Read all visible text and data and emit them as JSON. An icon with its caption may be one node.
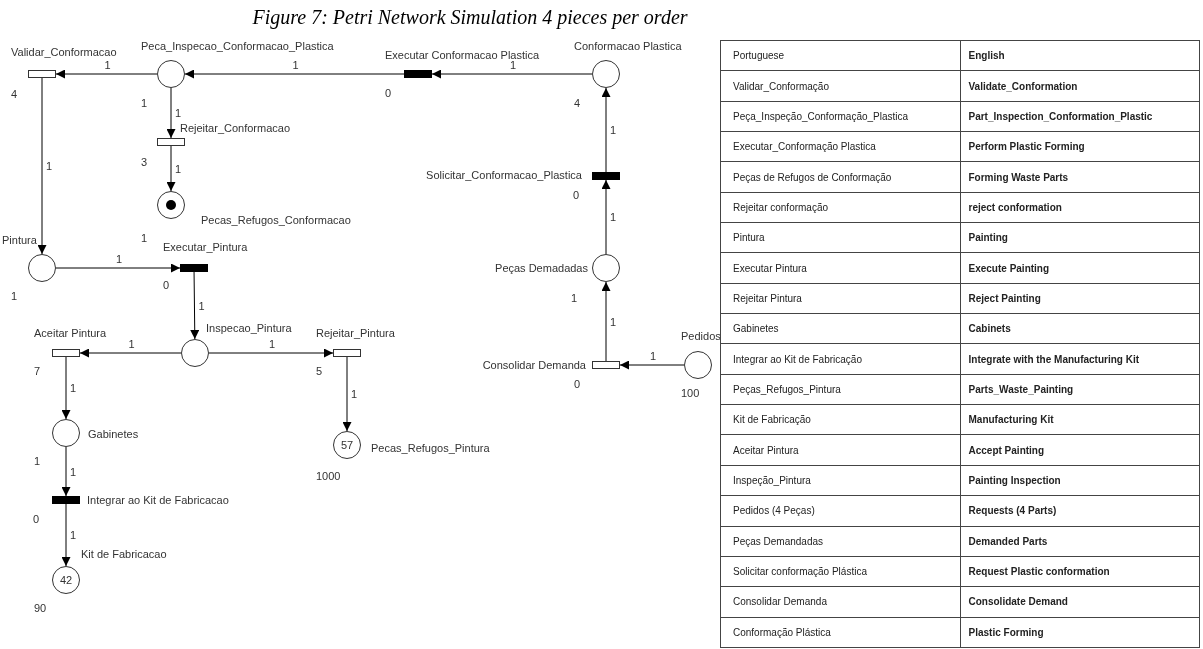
{
  "diagram": {
    "title": "Figure 7: Petri Network Simulation 4 pieces per order",
    "nodes": [
      {
        "text": [
          "Validar_Conformacao"
        ],
        "beside": [
          "4"
        ]
      },
      {
        "text": [
          "Peca_Inspecao_Conformacao_Plastica"
        ],
        "beside": [
          "1"
        ]
      },
      {
        "text": [
          "Executar Conformacao Plastica"
        ],
        "beside": [
          "0"
        ]
      },
      {
        "text": [
          "Conformacao Plastica"
        ],
        "beside": [
          "4"
        ]
      },
      {
        "text": [
          "Rejeitar_Conformacao"
        ],
        "beside": [
          "3"
        ]
      },
      {
        "text": [
          "Solicitar_Conformacao_Plastica"
        ],
        "beside": [
          "0"
        ]
      },
      {
        "text": [
          "Pecas_Refugos_Conformacao"
        ],
        "beside": [
          "1"
        ]
      },
      {
        "text": [
          "Pintura"
        ],
        "beside": [
          "1"
        ]
      },
      {
        "text": [
          "Executar_Pintura"
        ],
        "beside": [
          "0"
        ]
      },
      {
        "text": [
          "Peças Demadadas"
        ],
        "beside": [
          "1"
        ]
      },
      {
        "text": [
          "Inspecao_Pintura"
        ]
      },
      {
        "text": [
          "Aceitar Pintura"
        ],
        "beside": [
          "7"
        ]
      },
      {
        "text": [
          "Rejeitar_Pintura"
        ],
        "beside": [
          "5"
        ]
      },
      {
        "text": [
          "Consolidar Demanda"
        ],
        "beside": [
          "0"
        ]
      },
      {
        "text": [
          "Pedidos"
        ],
        "beside": [
          "100"
        ]
      },
      {
        "text": [
          "Gabinetes"
        ],
        "beside": [
          "1"
        ]
      },
      {
        "text": [
          "57",
          "Pecas_Refugos_Pintura"
        ],
        "beside": [
          "1000"
        ]
      },
      {
        "text": [
          "Integrar ao Kit de Fabricacao"
        ],
        "beside": [
          "0"
        ]
      },
      {
        "text": [
          "Kit de Fabricacao",
          "42"
        ],
        "beside": [
          "90"
        ]
      }
    ],
    "edges": [
      {
        "from": 3,
        "to": 2,
        "arrow": "to",
        "label": "1"
      },
      {
        "from": 2,
        "to": 1,
        "arrow": "to",
        "label": "1"
      },
      {
        "from": 1,
        "to": 0,
        "arrow": "to",
        "label": "1"
      },
      {
        "from": 1,
        "to": 4,
        "arrow": "to",
        "label": "1"
      },
      {
        "from": 4,
        "to": 6,
        "arrow": "to",
        "label": "1"
      },
      {
        "from": 0,
        "to": 7,
        "arrow": "to",
        "label": "1"
      },
      {
        "from": 7,
        "to": 8,
        "arrow": "to",
        "label": "1"
      },
      {
        "from": 8,
        "to": 10,
        "arrow": "to",
        "label": "1"
      },
      {
        "from": 10,
        "to": 11,
        "arrow": "to",
        "label": "1"
      },
      {
        "from": 10,
        "to": 12,
        "arrow": "to",
        "label": "1"
      },
      {
        "from": 11,
        "to": 15,
        "arrow": "to",
        "label": "1"
      },
      {
        "from": 12,
        "to": 16,
        "arrow": "to",
        "label": "1"
      },
      {
        "from": 15,
        "to": 17,
        "arrow": "to",
        "label": "1"
      },
      {
        "from": 17,
        "to": 18,
        "arrow": "to",
        "label": "1"
      },
      {
        "from": 14,
        "to": 13,
        "arrow": "to",
        "label": "1"
      },
      {
        "from": 13,
        "to": 9,
        "arrow": "to",
        "label": "1"
      },
      {
        "from": 9,
        "to": 5,
        "arrow": "to",
        "label": "1"
      },
      {
        "from": 5,
        "to": 3,
        "arrow": "to",
        "label": "1"
      }
    ],
    "labels": [
      "Portuguese",
      "English",
      "Validar_Conformação",
      "Validate_Conformation",
      "Peça_Inspeção_Conformação_Plastica",
      "Part_Inspection_Conformation_Plastic",
      "Executar_Conformação Plastica",
      "Perform Plastic Forming",
      "Peças de Refugos de Conformação",
      "Forming Waste Parts",
      "Rejeitar conformação",
      "reject conformation",
      "Pintura",
      "Painting",
      "Executar Pintura",
      "Execute Painting",
      "Rejeitar Pintura",
      "Reject Painting",
      "Gabinetes",
      "Cabinets",
      "Integrar ao Kit de Fabricação",
      "Integrate with the Manufacturing Kit",
      "Peças_Refugos_Pintura",
      "Parts_Waste_Painting",
      "Kit de Fabricação",
      "Manufacturing Kit",
      "Aceitar Pintura",
      "Accept Painting",
      "Inspeção_Pintura",
      "Painting Inspection",
      "Pedidos (4 Peças)",
      "Requests (4 Parts)",
      "Peças Demandadas",
      "Demanded Parts",
      "Solicitar conformação Plástica",
      "Request Plastic conformation",
      "Consolidar Demanda",
      "Consolidate Demand",
      "Conformação Plástica",
      "Plastic Forming"
    ]
  }
}
